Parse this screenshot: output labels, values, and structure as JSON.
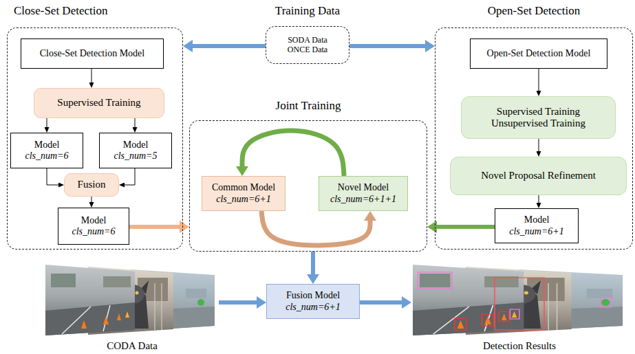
{
  "diagram": {
    "nodes": [
      {
        "text": [
          "Close-Set Detection"
        ]
      },
      {
        "text": [
          "Close-Set Detection Model"
        ],
        "in": 0
      },
      {
        "text": [
          "Supervised Training"
        ],
        "in": 0
      },
      {
        "text": [
          "Model",
          "cls_num=6"
        ],
        "in": 0
      },
      {
        "text": [
          "Model",
          "cls_num=5"
        ],
        "in": 0
      },
      {
        "text": [
          "Fusion"
        ],
        "in": 0
      },
      {
        "text": [
          "Model",
          "cls_num=6"
        ],
        "in": 0
      },
      {
        "text": [
          "Training Data",
          "SODA Data ONCE Data"
        ]
      },
      {
        "text": [
          "Open-Set Detection"
        ]
      },
      {
        "text": [
          "Open-Set Detection Model"
        ],
        "in": 8
      },
      {
        "text": [
          "Supervised Training Unsupervised Training"
        ],
        "in": 8
      },
      {
        "text": [
          "Novel Proposal Refinement"
        ],
        "in": 8
      },
      {
        "text": [
          "Model",
          "cls_num=6+1"
        ],
        "in": 8
      },
      {
        "text": [
          "Joint Training"
        ]
      },
      {
        "text": [
          "Common Model",
          "cls_num=6+1"
        ],
        "in": 13
      },
      {
        "text": [
          "Novel Model",
          "cls_num=6+1+1"
        ],
        "in": 13
      },
      {
        "text": [
          "CODA Data"
        ]
      },
      {
        "text": [
          "Fusion Model",
          "cls_num=6+1"
        ]
      },
      {
        "text": [
          "Detection Results"
        ]
      }
    ],
    "edges": [
      {
        "from": 7,
        "to": 0,
        "arrow": "to"
      },
      {
        "from": 7,
        "to": 8,
        "arrow": "to"
      },
      {
        "from": 1,
        "to": 2,
        "arrow": "to"
      },
      {
        "from": 2,
        "to": 3,
        "arrow": "to"
      },
      {
        "from": 2,
        "to": 4,
        "arrow": "to"
      },
      {
        "from": 3,
        "to": 5,
        "arrow": "to"
      },
      {
        "from": 4,
        "to": 5,
        "arrow": "to"
      },
      {
        "from": 5,
        "to": 6,
        "arrow": "to"
      },
      {
        "from": 9,
        "to": 10,
        "arrow": "to"
      },
      {
        "from": 10,
        "to": 11,
        "arrow": "to"
      },
      {
        "from": 11,
        "to": 12,
        "arrow": "to"
      },
      {
        "from": 6,
        "to": 13,
        "arrow": "to"
      },
      {
        "from": 12,
        "to": 13,
        "arrow": "to"
      },
      {
        "from": 15,
        "to": 14,
        "arrow": "to"
      },
      {
        "from": 14,
        "to": 15,
        "arrow": "to"
      },
      {
        "from": 13,
        "to": 17,
        "arrow": "to"
      },
      {
        "from": 16,
        "to": 17,
        "arrow": "to"
      },
      {
        "from": 17,
        "to": 18,
        "arrow": "to"
      }
    ]
  }
}
